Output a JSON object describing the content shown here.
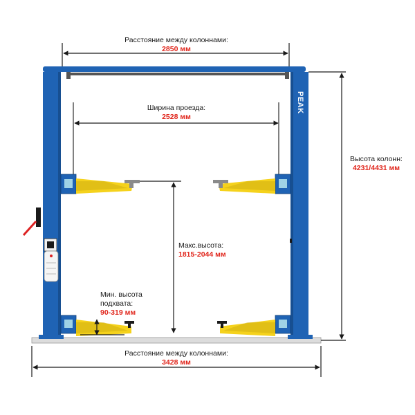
{
  "dimensions": {
    "column_distance": {
      "label": "Расстояние между колоннами:",
      "value": "2850 мм"
    },
    "drive_width": {
      "label": "Ширина проезда:",
      "value": "2528 мм"
    },
    "column_height": {
      "label": "Высота колонн:",
      "value": "4231/4431 мм"
    },
    "max_height": {
      "label": "Макс.высота:",
      "value": "1815-2044 мм"
    },
    "min_height": {
      "label_line1": "Мин. высота",
      "label_line2": "подхвата:",
      "value": "90-319 мм"
    },
    "base_width": {
      "label": "Расстояние между колоннами:",
      "value": "3428 мм"
    }
  },
  "brand": "PEAK",
  "colors": {
    "column": "#1f63b4",
    "column_dark": "#174f91",
    "arm": "#f5d21c",
    "arm_dark": "#c9a90f",
    "arm_pad": "#8a8a8a",
    "dimension_line": "#1a1a1a",
    "value_text": "#e0251b"
  }
}
